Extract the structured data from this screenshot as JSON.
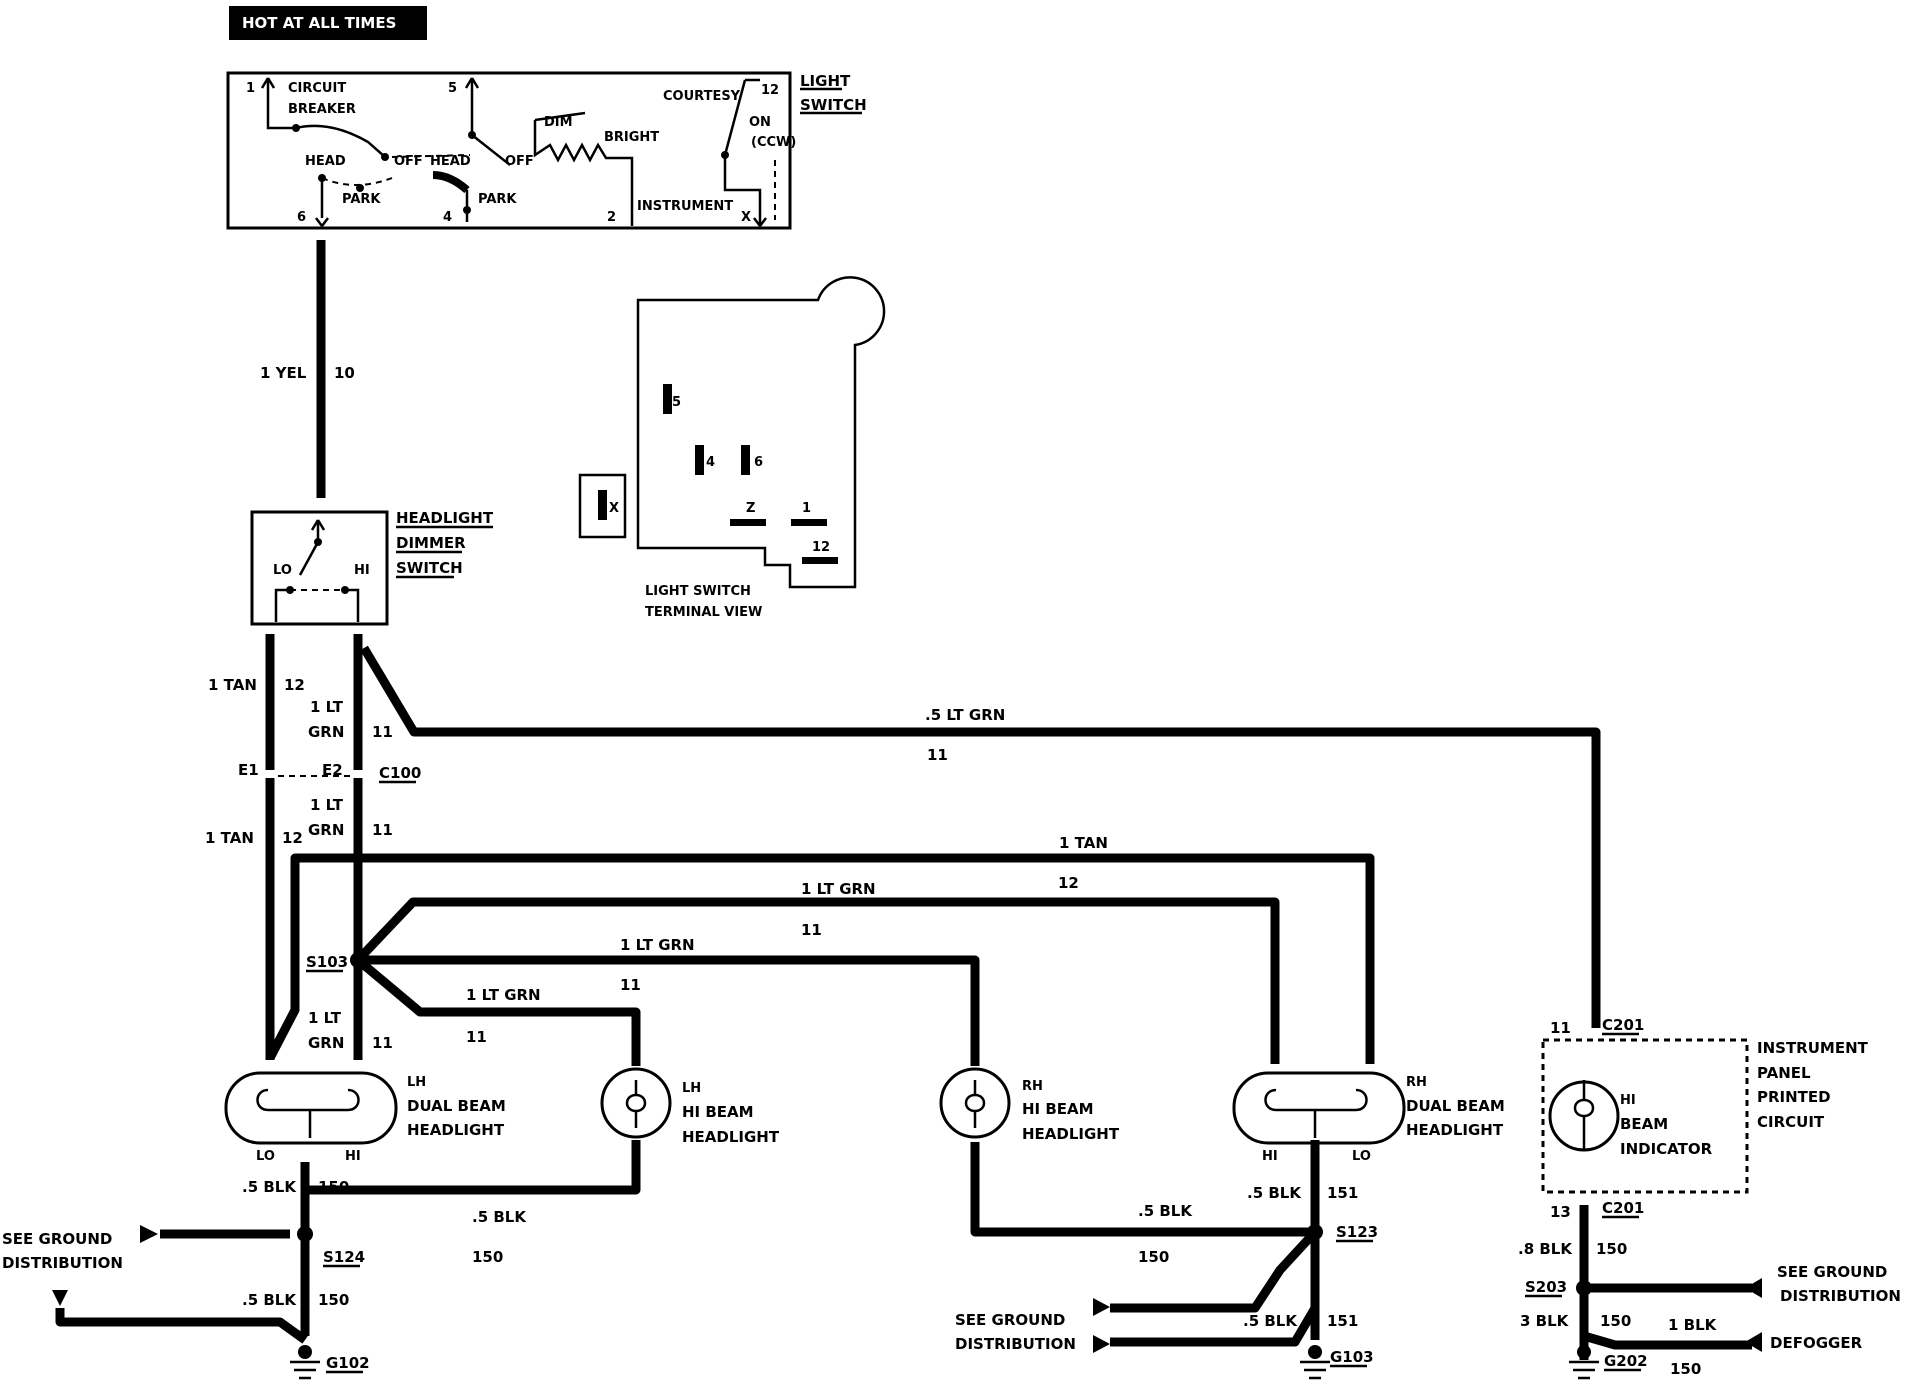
{
  "header": {
    "hot_label": "HOT AT ALL TIMES"
  },
  "light_switch": {
    "title_1": "LIGHT",
    "title_2": "SWITCH",
    "circuit_1": "CIRCUIT",
    "circuit_2": "BREAKER",
    "courtesy": "COURTESY",
    "on": "ON",
    "ccw": "(CCW)",
    "head_a": "HEAD",
    "off_a": "OFF",
    "head_b": "HEAD",
    "off_b": "OFF",
    "park_a": "PARK",
    "park_b": "PARK",
    "dim": "DIM",
    "bright": "BRIGHT",
    "instrument": "INSTRUMENT",
    "pin_1": "1",
    "pin_5": "5",
    "pin_12": "12",
    "pin_6": "6",
    "pin_4": "4",
    "pin_2": "2",
    "pin_x": "X"
  },
  "terminal_view": {
    "title_1": "LIGHT SWITCH",
    "title_2": "TERMINAL VIEW",
    "t5": "5",
    "t4": "4",
    "t6": "6",
    "tx": "X",
    "tz": "Z",
    "t1": "1",
    "t12": "12"
  },
  "dimmer": {
    "title_1": "HEADLIGHT",
    "title_2": "DIMMER",
    "title_3": "SWITCH",
    "lo": "LO",
    "hi": "HI"
  },
  "wires": {
    "yel_size": "1 YEL",
    "yel_circuit": "10",
    "tan_top": "1 TAN",
    "tan_top_c": "12",
    "ltgrn_top_1": "1 LT",
    "ltgrn_top_2": "GRN",
    "ltgrn_top_c": "11",
    "ltgrn_ind": ".5 LT GRN",
    "ltgrn_ind_c": "11",
    "tan_mid": "1 TAN",
    "tan_mid_c": "12",
    "ltgrn_mid_1": "1 LT",
    "ltgrn_mid_2": "GRN",
    "ltgrn_mid_c": "11",
    "tan_run": "1 TAN",
    "tan_run_c": "12",
    "ltgrn_run1": "1 LT GRN",
    "ltgrn_run1_c": "11",
    "ltgrn_run2": "1 LT GRN",
    "ltgrn_run2_c": "11",
    "ltgrn_run3": "1 LT GRN",
    "ltgrn_run3_c": "11",
    "ltgrn_low_1": "1 LT",
    "ltgrn_low_2": "GRN",
    "ltgrn_low_c": "11",
    "blk_lh": ".5 BLK",
    "blk_lh_c": "150",
    "blk_lhhi": ".5 BLK",
    "blk_lhhi_c": "150",
    "blk_g102": ".5 BLK",
    "blk_g102_c": "150",
    "blk_rhhi": ".5 BLK",
    "blk_rhhi_c": "150",
    "blk_rh": ".5 BLK",
    "blk_rh_c": "151",
    "blk_g103": ".5 BLK",
    "blk_g103_c": "151",
    "ind_top_c": "11",
    "ind_bot_c": "13",
    "blk_8": ".8 BLK",
    "blk_8_c": "150",
    "blk_3": "3 BLK",
    "blk_3_c": "150",
    "blk_def": "1 BLK",
    "blk_def_c": "150"
  },
  "connectors": {
    "e1": "E1",
    "e2": "E2",
    "c100": "C100",
    "s103": "S103",
    "s124": "S124",
    "s123": "S123",
    "s203": "S203",
    "g102": "G102",
    "g103": "G103",
    "g202": "G202",
    "c201_top": "C201",
    "c201_bot": "C201"
  },
  "components": {
    "lh_dual_1": "LH",
    "lh_dual_2": "DUAL BEAM",
    "lh_dual_3": "HEADLIGHT",
    "lh_lo": "LO",
    "lh_hi": "HI",
    "lh_hi_1": "LH",
    "lh_hi_2": "HI BEAM",
    "lh_hi_3": "HEADLIGHT",
    "rh_hi_1": "RH",
    "rh_hi_2": "HI BEAM",
    "rh_hi_3": "HEADLIGHT",
    "rh_dual_1": "RH",
    "rh_dual_2": "DUAL BEAM",
    "rh_dual_3": "HEADLIGHT",
    "rh_hi": "HI",
    "rh_lo": "LO",
    "ind_1": "HI",
    "ind_2": "BEAM",
    "ind_3": "INDICATOR",
    "ipc_1": "INSTRUMENT",
    "ipc_2": "PANEL",
    "ipc_3": "PRINTED",
    "ipc_4": "CIRCUIT"
  },
  "grounds": {
    "left_1": "SEE GROUND",
    "left_2": "DISTRIBUTION",
    "mid_1": "SEE GROUND",
    "mid_2": "DISTRIBUTION",
    "right_1": "SEE GROUND",
    "right_2": "DISTRIBUTION",
    "defogger": "DEFOGGER"
  }
}
